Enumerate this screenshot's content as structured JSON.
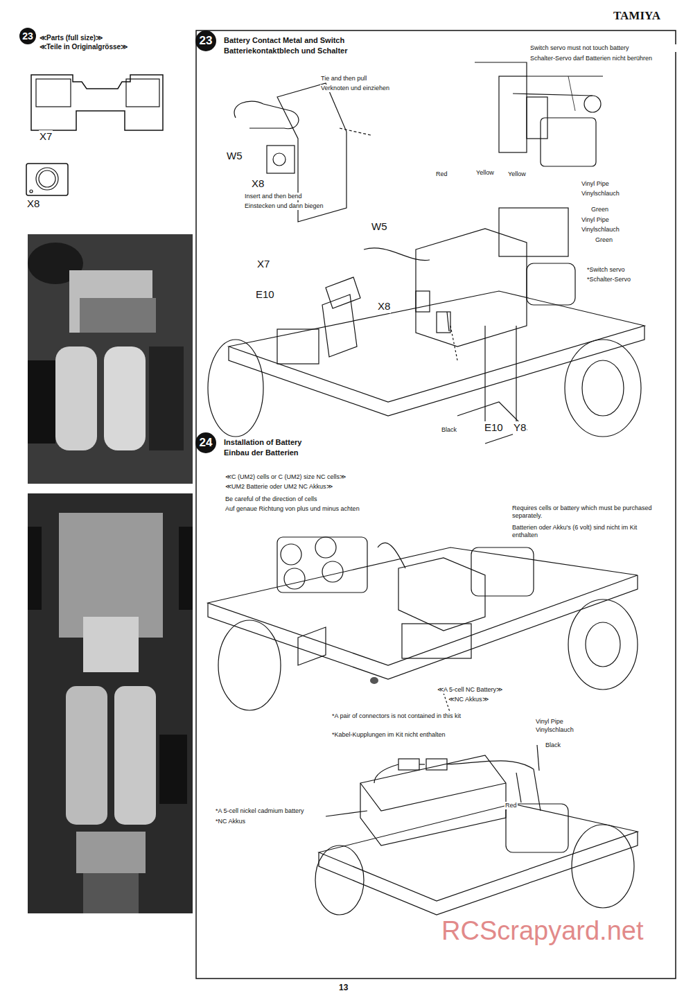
{
  "diagram": {
    "nodes": [
      {
        "text": [
          "23"
        ]
      },
      {
        "text": [
          "23"
        ]
      },
      {
        "text": [
          "24"
        ]
      }
    ],
    "labels": [
      "≪Parts (full size)≫",
      "≪Teile in Originalgrösse≫",
      "X7",
      "X8",
      "Battery Contact Metal and Switch",
      "Batteriekontaktblech und Schalter",
      "Tie and then pull",
      "Verknoten und einziehen",
      "W5",
      "X8",
      "Insert and then bend",
      "Einstecken und dann biegen",
      "Switch servo must not touch battery",
      "Schalter-Servo darf Batterien nicht berühren",
      "Red",
      "Yellow",
      "Yellow",
      "Vinyl Pipe",
      "Vinylschlauch",
      "Green",
      "Vinyl Pipe",
      "Vinylschlauch",
      "Green",
      "W5",
      "X7",
      "E10",
      "X8",
      "*Switch servo",
      "*Schalter-Servo",
      "Black",
      "E10",
      "Y8",
      "Installation of Battery",
      "Einbau der Batterien",
      "≪C (UM2) cells or C (UM2) size NC cells≫",
      "≪UM2 Batterie oder UM2 NC Akkus≫",
      "Be careful of the direction of cells",
      "Auf genaue Richtung von plus und minus achten",
      "Requires cells or battery which must be purchased separately.",
      "Batterien oder Akku's (6 volt) sind nicht im Kit enthalten",
      "≪A 5-cell NC Battery≫",
      "≪NC Akkus≫",
      "*A pair of connectors is not contained in this kit",
      "*Kabel-Kupplungen im Kit nicht enthalten",
      "Vinyl Pipe",
      "Vinylschlauch",
      "Black",
      "Red",
      "*A 5-cell nickel cadmium battery",
      "*NC Akkus",
      "TAMIYA",
      "13",
      "RCScrapyard.net"
    ]
  }
}
